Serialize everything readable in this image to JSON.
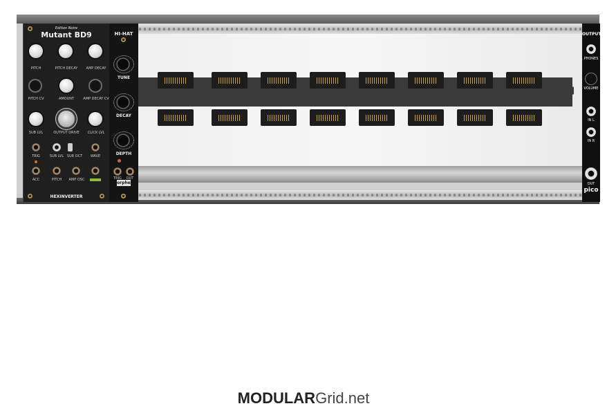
{
  "bd9": {
    "edition": "Edition Noire",
    "title": "Mutant BD9",
    "brand": "HEXINVERTER",
    "labels": {
      "pitch": "PITCH",
      "pitch_decay": "PITCH DECAY",
      "amp_decay": "AMP DECAY",
      "pitch_cv": "PITCH CV",
      "amount": "AMOUNT",
      "amp_decay_cv": "AMP DECAY CV",
      "sub_lvl": "SUB LVL",
      "output_drive": "OUTPUT DRIVE",
      "click_lvl": "CLICK LVL",
      "trig": "TRIG",
      "sub_lvl2": "SUB LVL",
      "sub_oct": "SUB OCT",
      "wave": "WAVE",
      "acc": "ACC",
      "pitch_jack": "PITCH",
      "amp_osc": "AMP OSC"
    }
  },
  "hihat": {
    "title": "HI-HAT",
    "tune": "TUNE",
    "decay": "DECAY",
    "depth": "DEPTH",
    "trig": "TRIG",
    "out": "OUT",
    "brand": "orphe"
  },
  "output": {
    "title": "OUTPUT",
    "phones": "PHONES",
    "volume": "VOLUME",
    "in_l": "IN L",
    "in_r": "IN R",
    "out": "OUT",
    "brand": "pico"
  },
  "footer": {
    "brand_bold": "MODULAR",
    "brand_rest": "Grid.net"
  },
  "colors": {
    "panel_dark": "#1f1f1f",
    "case_grey": "#cfcfcf",
    "led_orange": "#e0701f"
  }
}
